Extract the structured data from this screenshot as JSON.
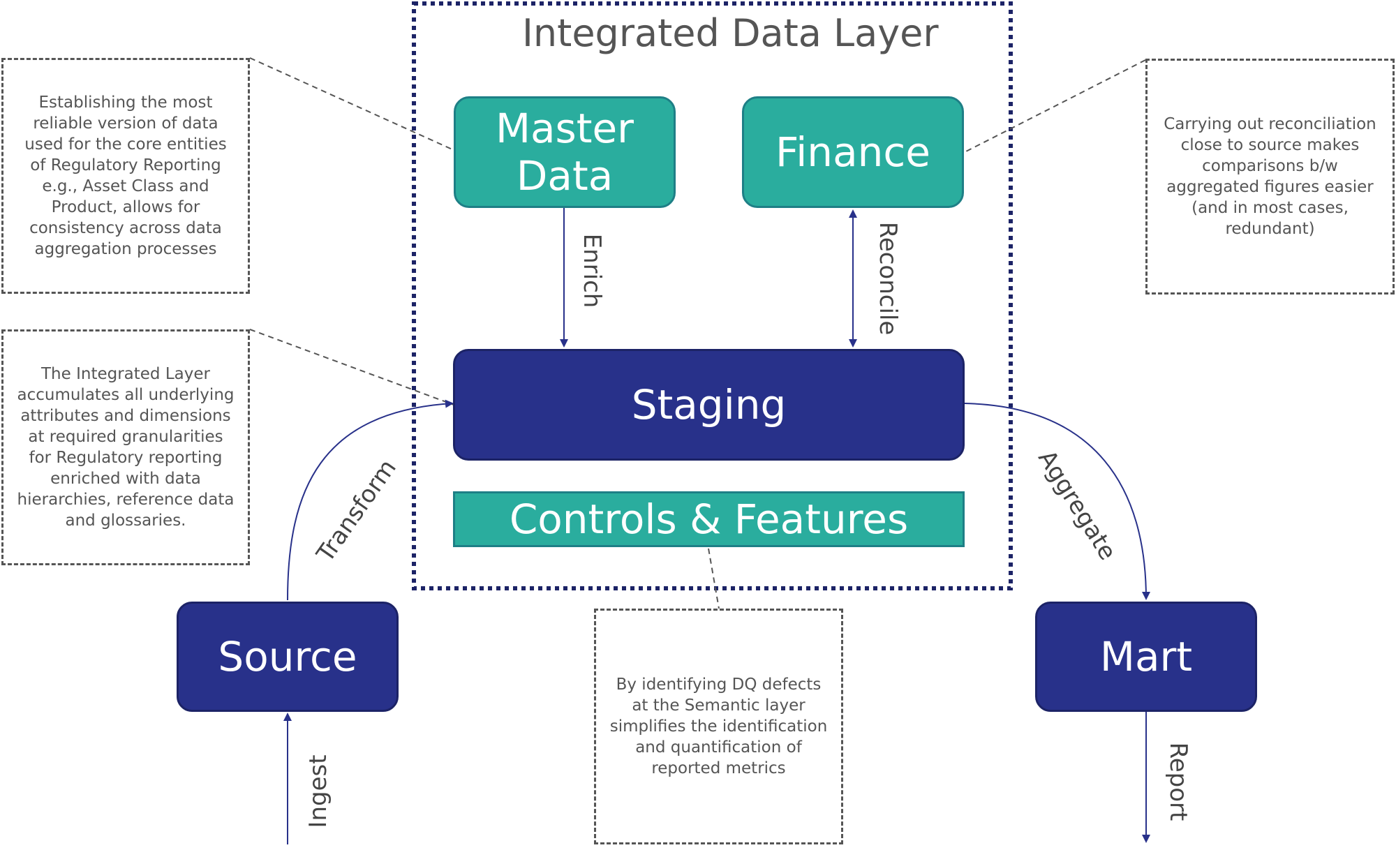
{
  "diagram": {
    "title": "Integrated Data Layer",
    "nodes": {
      "master_data": [
        "Master",
        "Data"
      ],
      "finance": "Finance",
      "staging": "Staging",
      "controls": "Controls & Features",
      "source": "Source",
      "mart": "Mart"
    },
    "edges": {
      "enrich": "Enrich",
      "reconcile": "Reconcile",
      "transform": "Transform",
      "aggregate": "Aggregate",
      "ingest": "Ingest",
      "report": "Report"
    },
    "notes": {
      "master_data_note": "Establishing the most reliable version of data used for the core entities of Regulatory Reporting e.g., Asset Class and Product, allows for consistency across data aggregation processes",
      "integrated_layer_note": "The Integrated Layer accumulates all underlying attributes and dimensions at required granularities for Regulatory reporting enriched with data hierarchies, reference data and glossaries.",
      "reconciliation_note": "Carrying out reconciliation close to source makes comparisons b/w aggregated figures easier (and in most cases, redundant)",
      "dq_note": "By identifying DQ defects at the Semantic layer simplifies the identification and quantification of reported metrics"
    },
    "colors": {
      "teal": "#2aad9e",
      "navy": "#28318a",
      "frame": "#1c2366",
      "dash": "#555555",
      "arrow": "#28318a"
    }
  }
}
